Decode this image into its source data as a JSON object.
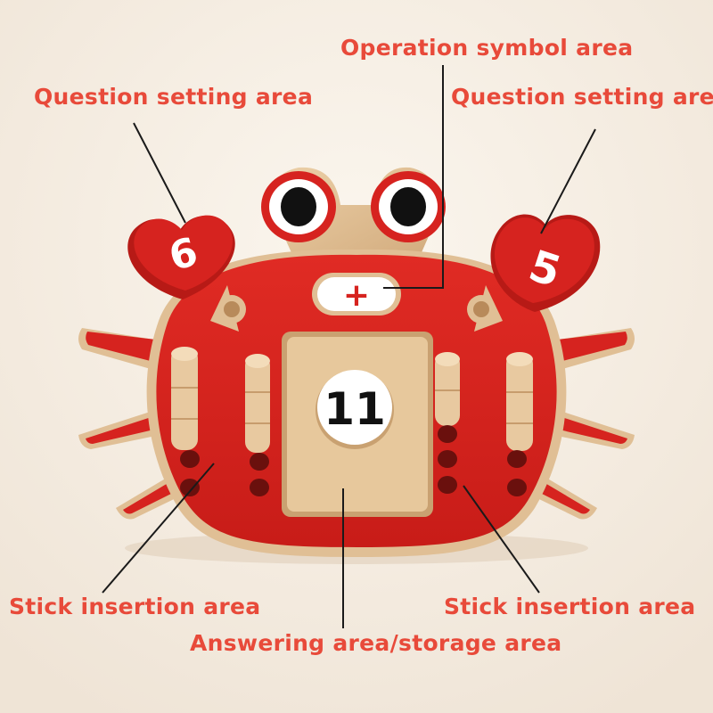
{
  "labels": {
    "operation_symbol": "Operation symbol area",
    "question_left": "Question setting area",
    "question_right": "Question setting area",
    "stick_left": "Stick insertion area",
    "stick_right": "Stick insertion area",
    "answering": "Answering area/storage area"
  },
  "toy": {
    "left_card_number": "6",
    "right_card_number": "5",
    "operator_symbol": "+",
    "answer_number": "11"
  },
  "colors": {
    "label_red": "#e84a3a",
    "crab_red": "#d6231f",
    "wood": "#e0bf95",
    "background": "#f6efe6"
  }
}
